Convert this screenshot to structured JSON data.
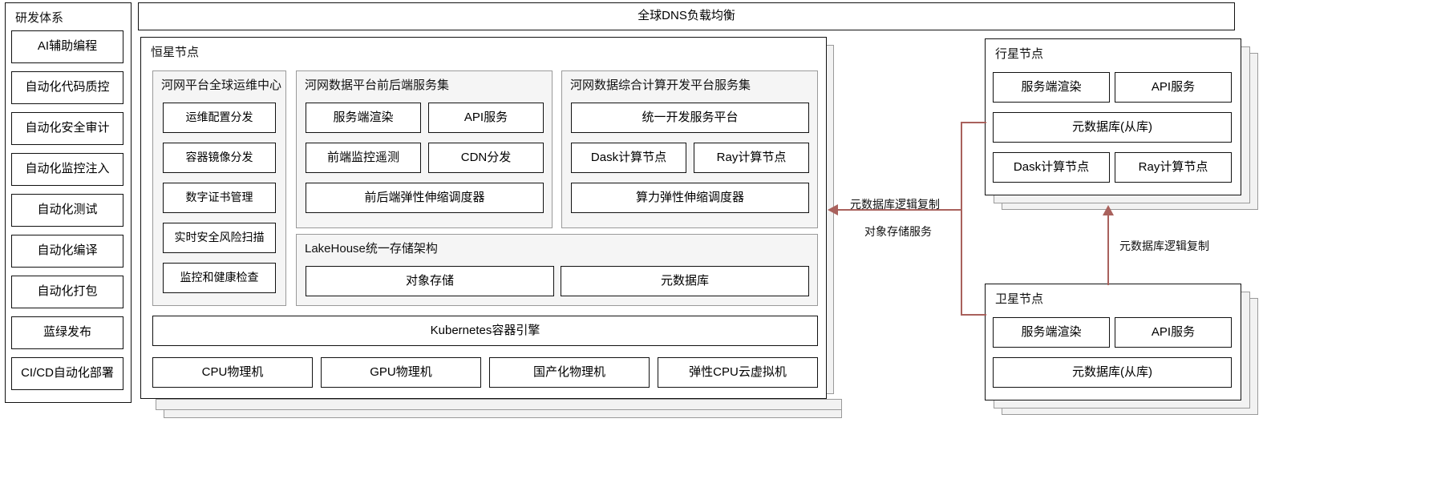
{
  "diagram": {
    "title_devops_column": "研发体系",
    "header_bar": "全球DNS负载均衡"
  },
  "devops": {
    "label": "研发体系",
    "items": [
      "AI辅助编程",
      "自动化代码质控",
      "自动化安全审计",
      "自动化监控注入",
      "自动化测试",
      "自动化编译",
      "自动化打包",
      "蓝绿发布",
      "CI/CD自动化部署"
    ]
  },
  "header": {
    "label": "全球DNS负载均衡"
  },
  "star_node": {
    "label": "恒星节点",
    "ops_center": {
      "label": "河网平台全球运维中心",
      "items": [
        "运维配置分发",
        "容器镜像分发",
        "数字证书管理",
        "实时安全风险扫描",
        "监控和健康检查"
      ]
    },
    "web_services": {
      "label": "河网数据平台前后端服务集",
      "items": [
        "服务端渲染",
        "API服务",
        "前端监控遥测",
        "CDN分发"
      ],
      "wide_item": "前后端弹性伸缩调度器"
    },
    "compute_platform": {
      "label": "河网数据综合计算开发平台服务集",
      "wide_top": "统一开发服务平台",
      "items": [
        "Dask计算节点",
        "Ray计算节点"
      ],
      "wide_bottom": "算力弹性伸缩调度器"
    },
    "lakehouse": {
      "label": "LakeHouse统一存储架构",
      "items": [
        "对象存储",
        "元数据库"
      ]
    },
    "k8s": "Kubernetes容器引擎",
    "infra": [
      "CPU物理机",
      "GPU物理机",
      "国产化物理机",
      "弹性CPU云虚拟机"
    ]
  },
  "planet_node": {
    "label": "行星节点",
    "items": [
      "服务端渲染",
      "API服务",
      "元数据库(从库)",
      "Dask计算节点",
      "Ray计算节点"
    ]
  },
  "satellite_node": {
    "label": "卫星节点",
    "items": [
      "服务端渲染",
      "API服务",
      "元数据库(从库)"
    ]
  },
  "connectors": {
    "to_star_top": "元数据库逻辑复制",
    "to_star_bottom": "对象存储服务",
    "to_planet": "元数据库逻辑复制",
    "line_color": "#a9615c"
  }
}
